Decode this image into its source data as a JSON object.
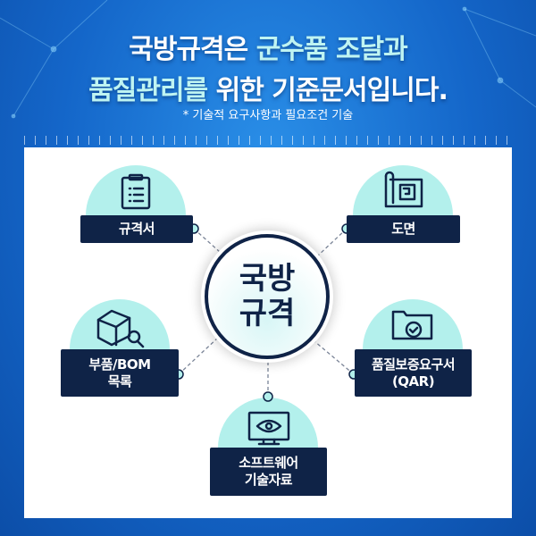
{
  "header": {
    "line1_a": "국방규격은 ",
    "line1_b": "군수품 조달과",
    "line2_a": "품질관리를 ",
    "line2_b": "위한 기준문서입니다.",
    "note": "* 기술적 요구사항과 필요조건 기술"
  },
  "center": {
    "line1": "국방",
    "line2": "규격"
  },
  "nodes": [
    {
      "label": "규격서",
      "icon": "clipboard-list-icon"
    },
    {
      "label": "도면",
      "icon": "blueprint-icon"
    },
    {
      "label_line1": "부품/BOM",
      "label_line2": "목록",
      "icon": "box-search-icon"
    },
    {
      "label_line1": "품질보증요구서",
      "label_line2": "(QAR)",
      "icon": "folder-check-icon"
    },
    {
      "label_line1": "소프트웨어",
      "label_line2": "기술자료",
      "icon": "monitor-eye-icon"
    }
  ],
  "colors": {
    "navy": "#0f2347",
    "mint": "#b3f0ec",
    "blue": "#1466c9"
  }
}
